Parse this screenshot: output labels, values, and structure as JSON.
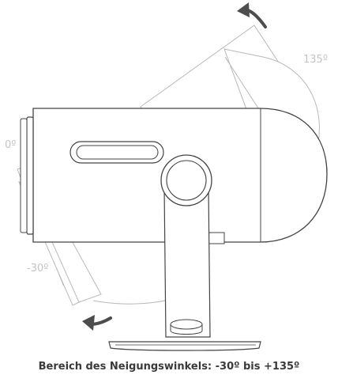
{
  "labels": {
    "angle_max": "135º",
    "angle_zero": "0º",
    "angle_min": "-30º"
  },
  "caption": "Bereich des Neigungswinkels: -30º bis +135º",
  "colors": {
    "outline": "#444444",
    "ghost": "#b9b9b9",
    "arrow": "#4d4d4d",
    "label": "#c4c4c4",
    "caption": "#3a3a3a"
  }
}
